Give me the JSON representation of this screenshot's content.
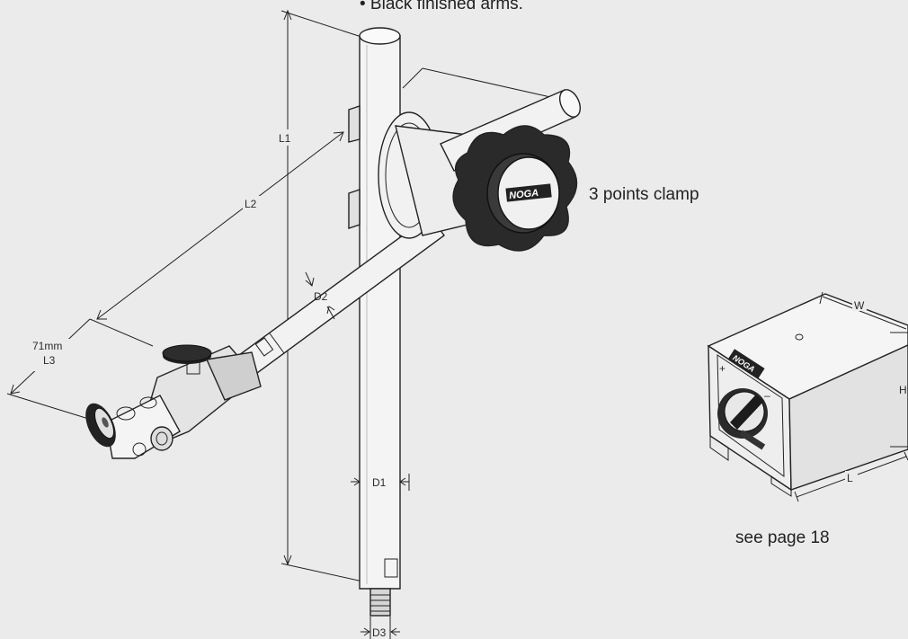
{
  "header_text": "• Black finished arms.",
  "labels": {
    "L1": "L1",
    "L2": "L2",
    "L3_value": "71mm",
    "L3": "L3",
    "D1": "D1",
    "D2": "D2",
    "D3": "D3",
    "W": "W",
    "H": "H",
    "L": "L"
  },
  "captions": {
    "clamp": "3 points clamp",
    "see_page": "see page 18"
  },
  "logo_text": "NOGA",
  "colors": {
    "background": "#ebebeb",
    "line": "#222222",
    "part_fill": "#f3f3f3",
    "dark": "#1c1c1c"
  }
}
